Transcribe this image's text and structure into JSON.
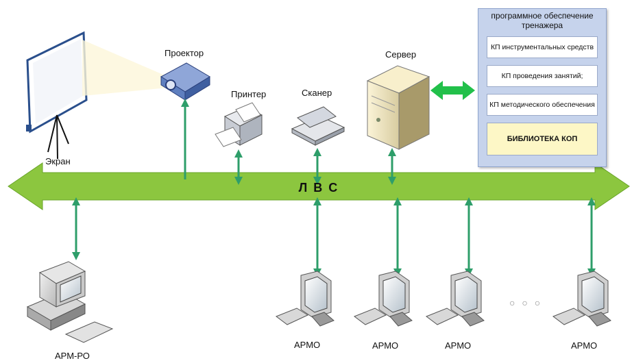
{
  "labels": {
    "screen": "Экран",
    "projector": "Проектор",
    "printer": "Принтер",
    "scanner": "Сканер",
    "server": "Сервер",
    "lan": "Л В С",
    "admin_workstation": "АРМ-РО",
    "workstations": [
      "АРМО",
      "АРМО",
      "АРМО",
      "АРМО"
    ],
    "ellipsis": "○ ○ ○"
  },
  "software_panel": {
    "title": "программное обеспечение тренажера",
    "items": [
      "КП инструментальных средств",
      "КП проведения занятий;",
      "КП методического обеспечения"
    ],
    "library": "БИБЛИОТЕКА КОП"
  },
  "colors": {
    "lan_bus": "#8cc63f",
    "connector": "#2e9e6a",
    "panel": "#c6d3ec"
  }
}
